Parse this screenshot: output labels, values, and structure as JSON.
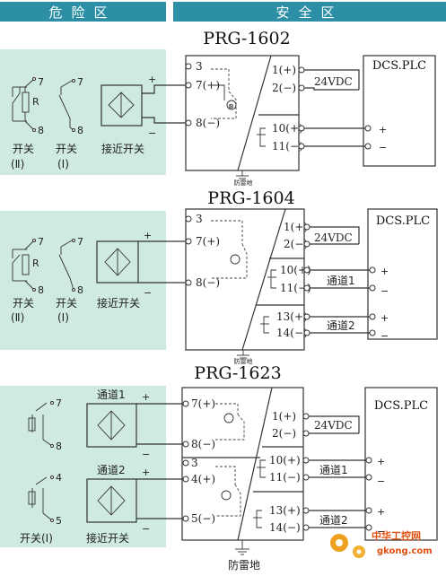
{
  "header": {
    "danger_zone": "危险区",
    "safe_zone": "安全区"
  },
  "colors": {
    "header_fill": "#2c8fa6",
    "zone_fill": "#cfe9e3",
    "line": "#333333"
  },
  "sections": [
    {
      "model": "PRG-1602",
      "field": {
        "term_top": "7",
        "term_bottom": "8",
        "resistor": "R",
        "switch2_label": "开关",
        "switch2_sub": "(Ⅱ)",
        "switch1_label": "开关",
        "switch1_sub": "(Ⅰ)",
        "proximity_label": "接近开关",
        "plus": "+",
        "minus": "−"
      },
      "barrier": {
        "in_terms": [
          "3",
          "7(+)",
          "8(−)"
        ],
        "power": [
          "1(+)",
          "2(−)"
        ],
        "outputs": [
          [
            "10(+)",
            "11(−)"
          ]
        ]
      },
      "supply": "24VDC",
      "channels": [],
      "ground": "防雷地",
      "dcs": "DCS.PLC",
      "dcs_signs": [
        "+",
        "−"
      ]
    },
    {
      "model": "PRG-1604",
      "field": {
        "term_top": "7",
        "term_bottom": "8",
        "resistor": "R",
        "switch2_label": "开关",
        "switch2_sub": "(Ⅱ)",
        "switch1_label": "开关",
        "switch1_sub": "(Ⅰ)",
        "proximity_label": "接近开关",
        "plus": "+",
        "minus": "−"
      },
      "barrier": {
        "in_terms": [
          "3",
          "7(+)",
          "8(−)"
        ],
        "power": [
          "1(+)",
          "2(−)"
        ],
        "outputs": [
          [
            "10(+)",
            "11(−)"
          ],
          [
            "13(+)",
            "14(−)"
          ]
        ]
      },
      "supply": "24VDC",
      "channels": [
        "通道1",
        "通道2"
      ],
      "ground": "防雷地",
      "dcs": "DCS.PLC",
      "dcs_signs": [
        "+",
        "−",
        "+",
        "−"
      ]
    },
    {
      "model": "PRG-1623",
      "field": {
        "ch1_top": "7",
        "ch1_bottom": "8",
        "ch2_top": "4",
        "ch2_bottom": "5",
        "ch1_label": "通道1",
        "ch2_label": "通道2",
        "switch_label": "开关(Ⅰ)",
        "proximity_label": "接近开关",
        "plus": "+",
        "minus": "−"
      },
      "barrier": {
        "in_terms": [
          "7(+)",
          "8(−)",
          "3",
          "4(+)",
          "5(−)"
        ],
        "power": [
          "1(+)",
          "2(−)"
        ],
        "outputs": [
          [
            "10(+)",
            "11(−)"
          ],
          [
            "13(+)",
            "14(−)"
          ]
        ]
      },
      "supply": "24VDC",
      "channels": [
        "通道1",
        "通道2"
      ],
      "ground": "防雷地",
      "dcs": "DCS.PLC",
      "dcs_signs": [
        "+",
        "−",
        "+",
        "−"
      ]
    }
  ],
  "watermark": {
    "site_cn": "中华工控网",
    "site_en": "gkong.com"
  }
}
